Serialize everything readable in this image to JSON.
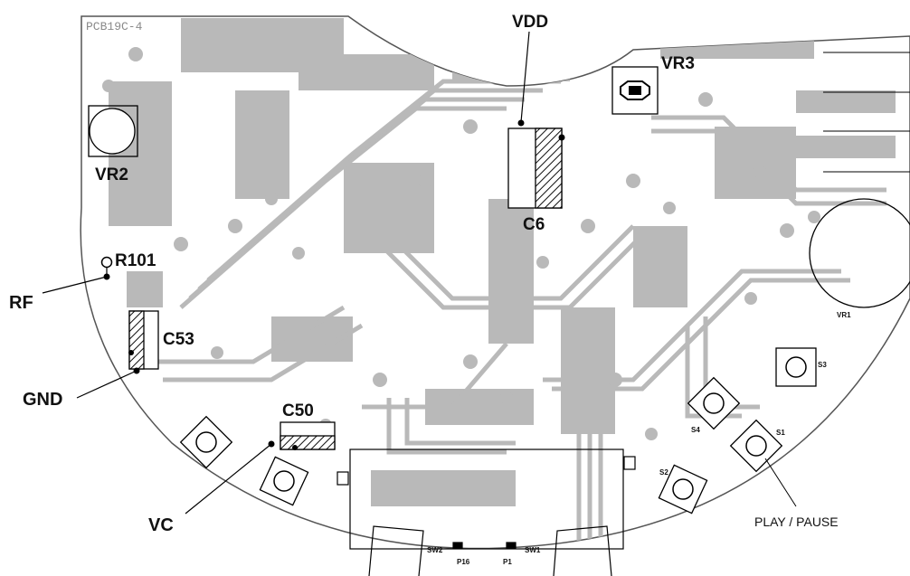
{
  "board": {
    "id_label": "PCB19C-4"
  },
  "labels": {
    "vdd": "VDD",
    "vr3": "VR3",
    "vr2": "VR2",
    "c6": "C6",
    "r101": "R101",
    "rf": "RF",
    "c53": "C53",
    "gnd": "GND",
    "c50": "C50",
    "vc": "VC",
    "vr1": "VR1",
    "s1": "S1",
    "s2": "S2",
    "s3": "S3",
    "s4": "S4",
    "sw1": "SW1",
    "sw2": "SW2",
    "p1": "P1",
    "p16": "P16",
    "play_pause": "PLAY / PAUSE"
  },
  "colors": {
    "copper": "#b9b9b9",
    "outline": "#000000",
    "text": "#111111"
  }
}
